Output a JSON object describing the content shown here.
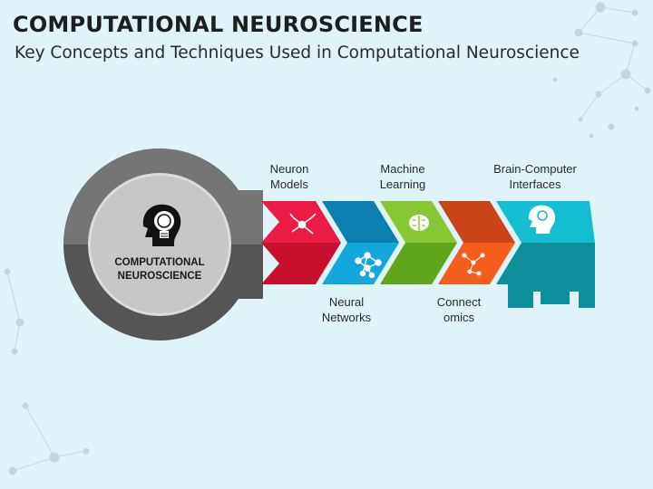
{
  "header": {
    "title": "COMPUTATIONAL NEUROSCIENCE",
    "subtitle": "Key Concepts and Techniques Used in Computational Neuroscience"
  },
  "hub": {
    "line1": "COMPUTATIONAL",
    "line2": "NEUROSCIENCE",
    "icon": "brain-head-bulb-icon"
  },
  "steps": [
    {
      "line1": "Neuron",
      "line2": "Models",
      "color": "#e2173f",
      "icon": "neuron-icon"
    },
    {
      "line1": "Neural",
      "line2": "Networks",
      "color": "#0ea3d6",
      "icon": "network-icon"
    },
    {
      "line1": "Machine",
      "line2": "Learning",
      "color": "#7ec42c",
      "icon": "brain-circuit-icon"
    },
    {
      "line1": "Connect",
      "line2": "omics",
      "color": "#f3581e",
      "icon": "connectome-icon"
    },
    {
      "line1": "Brain-Computer",
      "line2": "Interfaces",
      "color": "#13b5c8",
      "icon": "brain-head-icon"
    }
  ]
}
